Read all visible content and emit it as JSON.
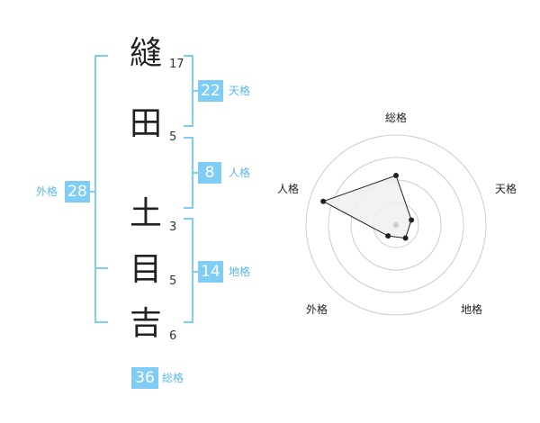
{
  "characters": [
    {
      "char": "縫",
      "strokes": "17"
    },
    {
      "char": "田",
      "strokes": "5"
    },
    {
      "char": "土",
      "strokes": "3"
    },
    {
      "char": "目",
      "strokes": "5"
    },
    {
      "char": "吉",
      "strokes": "6"
    }
  ],
  "kakusu": {
    "tenkaku": {
      "value": "22",
      "label": "天格"
    },
    "jinkaku": {
      "value": "8",
      "label": "人格"
    },
    "chikaku": {
      "value": "14",
      "label": "地格"
    },
    "gaikaku": {
      "value": "28",
      "label": "外格"
    },
    "soukaku": {
      "value": "36",
      "label": "総格"
    }
  },
  "chart_data": {
    "type": "radar",
    "axes": [
      "総格",
      "天格",
      "地格",
      "外格",
      "人格"
    ],
    "values": [
      0.55,
      0.18,
      0.18,
      0.15,
      0.85
    ],
    "rings": 4,
    "colors": {
      "fill": "#f0f0f0",
      "line": "#222222",
      "grid": "#cccccc",
      "accent": "#7fcdf5"
    }
  }
}
